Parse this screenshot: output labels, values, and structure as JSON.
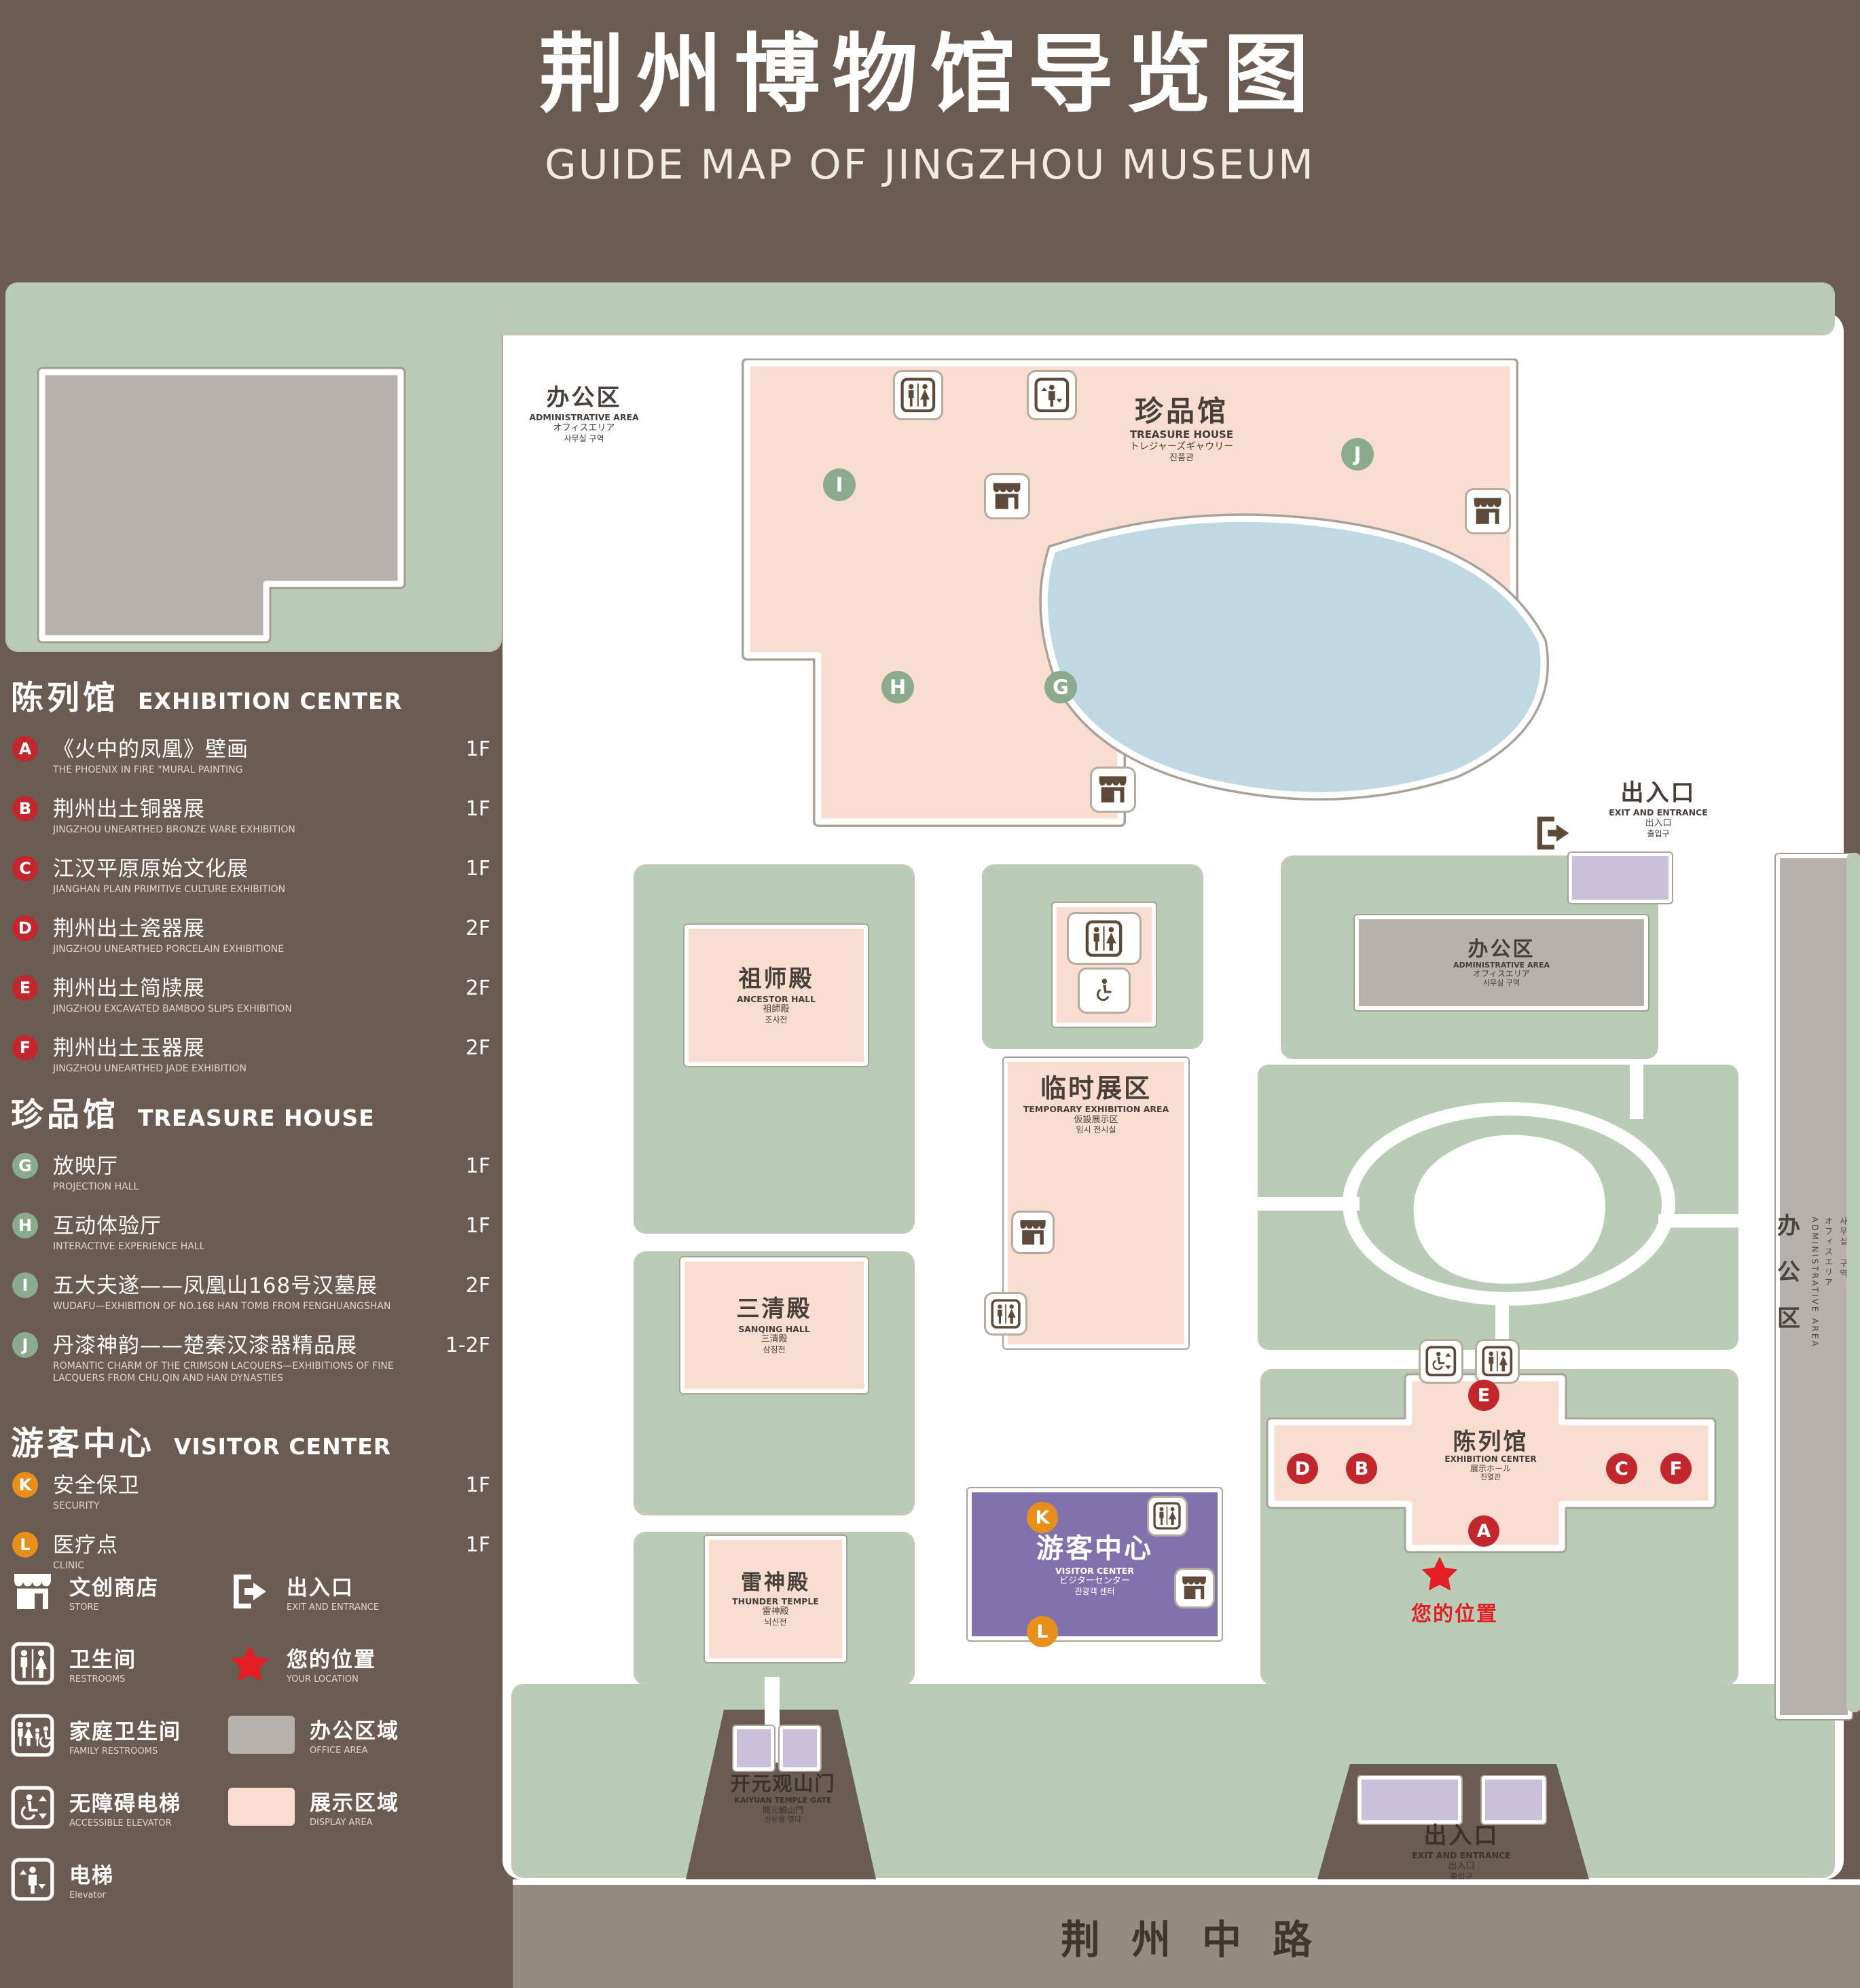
{
  "colors": {
    "background": "#6a5c52",
    "lawn_green": "#b8ccb6",
    "display_pink": "#f8ddd0",
    "office_gray": "#b6b1ad",
    "pond_blue": "#bfd8e2",
    "visitor_purple": "#8172ad",
    "gate_purple": "#cbc0dc",
    "marker_red": "#c2272d",
    "marker_green": "#8aab8d",
    "marker_orange": "#e78f1a",
    "location_red": "#e31e24"
  },
  "header": {
    "title": "荆州博物馆导览图",
    "subtitle": "GUIDE MAP OF JINGZHOU MUSEUM"
  },
  "legend": {
    "sections": [
      {
        "zh": "陈列馆",
        "en": "EXHIBITION CENTER",
        "items": [
          {
            "letter": "A",
            "zh": "《火中的凤凰》壁画",
            "en": "THE PHOENIX IN FIRE \"MURAL PAINTING",
            "floor": "1F"
          },
          {
            "letter": "B",
            "zh": "荆州出土铜器展",
            "en": "JINGZHOU UNEARTHED BRONZE WARE EXHIBITION",
            "floor": "1F"
          },
          {
            "letter": "C",
            "zh": "江汉平原原始文化展",
            "en": "JIANGHAN PLAIN PRIMITIVE CULTURE EXHIBITION",
            "floor": "1F"
          },
          {
            "letter": "D",
            "zh": "荆州出土瓷器展",
            "en": "JINGZHOU UNEARTHED PORCELAIN EXHIBITIONE",
            "floor": "2F"
          },
          {
            "letter": "E",
            "zh": "荆州出土简牍展",
            "en": "JINGZHOU EXCAVATED BAMBOO SLIPS EXHIBITION",
            "floor": "2F"
          },
          {
            "letter": "F",
            "zh": "荆州出土玉器展",
            "en": "JINGZHOU UNEARTHED JADE EXHIBITION",
            "floor": "2F"
          }
        ]
      },
      {
        "zh": "珍品馆",
        "en": "TREASURE HOUSE",
        "items": [
          {
            "letter": "G",
            "zh": "放映厅",
            "en": "PROJECTION HALL",
            "floor": "1F"
          },
          {
            "letter": "H",
            "zh": "互动体验厅",
            "en": "INTERACTIVE EXPERIENCE HALL",
            "floor": "1F"
          },
          {
            "letter": "I",
            "zh": "五大夫遂——凤凰山168号汉墓展",
            "en": "WUDAFU—EXHIBITION OF NO.168 HAN TOMB FROM FENGHUANGSHAN",
            "floor": "2F"
          },
          {
            "letter": "J",
            "zh": "丹漆神韵——楚秦汉漆器精品展",
            "en": "ROMANTIC CHARM OF THE CRIMSON LACQUERS—EXHIBITIONS OF FINE LACQUERS FROM CHU,QIN AND HAN DYNASTIES",
            "floor": "1-2F"
          }
        ]
      },
      {
        "zh": "游客中心",
        "en": "VISITOR CENTER",
        "items": [
          {
            "letter": "K",
            "zh": "安全保卫",
            "en": "SECURITY",
            "floor": "1F"
          },
          {
            "letter": "L",
            "zh": "医疗点",
            "en": "CLINIC",
            "floor": "1F"
          }
        ]
      }
    ],
    "symbols": [
      {
        "zh": "文创商店",
        "en": "STORE",
        "icon": "store-icon"
      },
      {
        "zh": "出入口",
        "en": "EXIT AND ENTRANCE",
        "icon": "exit-icon"
      },
      {
        "zh": "卫生间",
        "en": "RESTROOMS",
        "icon": "restroom-icon"
      },
      {
        "zh": "您的位置",
        "en": "YOUR LOCATION",
        "icon": "location-star-icon"
      },
      {
        "zh": "家庭卫生间",
        "en": "FAMILY RESTROOMS",
        "icon": "family-restroom-icon"
      },
      {
        "zh": "办公区域",
        "en": "OFFICE AREA",
        "icon": "office-area-swatch"
      },
      {
        "zh": "无障碍电梯",
        "en": "ACCESSIBLE ELEVATOR",
        "icon": "accessible-elevator-icon"
      },
      {
        "zh": "展示区域",
        "en": "DISPLAY AREA",
        "icon": "display-area-swatch"
      },
      {
        "zh": "电梯",
        "en": "Elevator",
        "icon": "elevator-icon"
      }
    ]
  },
  "map": {
    "admin": {
      "zh": "办公区",
      "en": "ADMINISTRATIVE AREA",
      "jp": "オフィスエリア",
      "kr": "사무실 구역"
    },
    "treasure": {
      "zh": "珍品馆",
      "en": "TREASURE HOUSE",
      "jp": "トレジャーズギャウリー",
      "kr": "진품관"
    },
    "ancestor": {
      "zh": "祖师殿",
      "en": "ANCESTOR HALL",
      "jp": "祖師殿",
      "kr": "조사전"
    },
    "temporary": {
      "zh": "临时展区",
      "en": "TEMPORARY EXHIBITION AREA",
      "jp": "仮設展示区",
      "kr": "임시 전시실"
    },
    "sanqing": {
      "zh": "三清殿",
      "en": "SANQING HALL",
      "jp": "三清殿",
      "kr": "삼청전"
    },
    "thunder": {
      "zh": "雷神殿",
      "en": "THUNDER TEMPLE",
      "jp": "雷神殿",
      "kr": "뇌신전"
    },
    "visitor": {
      "zh": "游客中心",
      "en": "VISITOR CENTER",
      "jp": "ビジターセンター",
      "kr": "관광객 센터"
    },
    "exhibition": {
      "zh": "陈列馆",
      "en": "EXHIBITION CENTER",
      "jp": "展示ホール",
      "kr": "진열관"
    },
    "exit": {
      "zh": "出入口",
      "en": "EXIT AND ENTRANCE",
      "jp": "出入口",
      "kr": "출입구"
    },
    "gate": {
      "zh": "开元观山门",
      "en": "KAIYUAN TEMPLE GATE",
      "jp": "開元観山門",
      "kr": "산문을 열다"
    },
    "road": "荆州中路",
    "your_location": "您的位置",
    "markers": {
      "A": "A",
      "B": "B",
      "C": "C",
      "D": "D",
      "E": "E",
      "F": "F",
      "G": "G",
      "H": "H",
      "I": "I",
      "J": "J",
      "K": "K",
      "L": "L"
    }
  }
}
